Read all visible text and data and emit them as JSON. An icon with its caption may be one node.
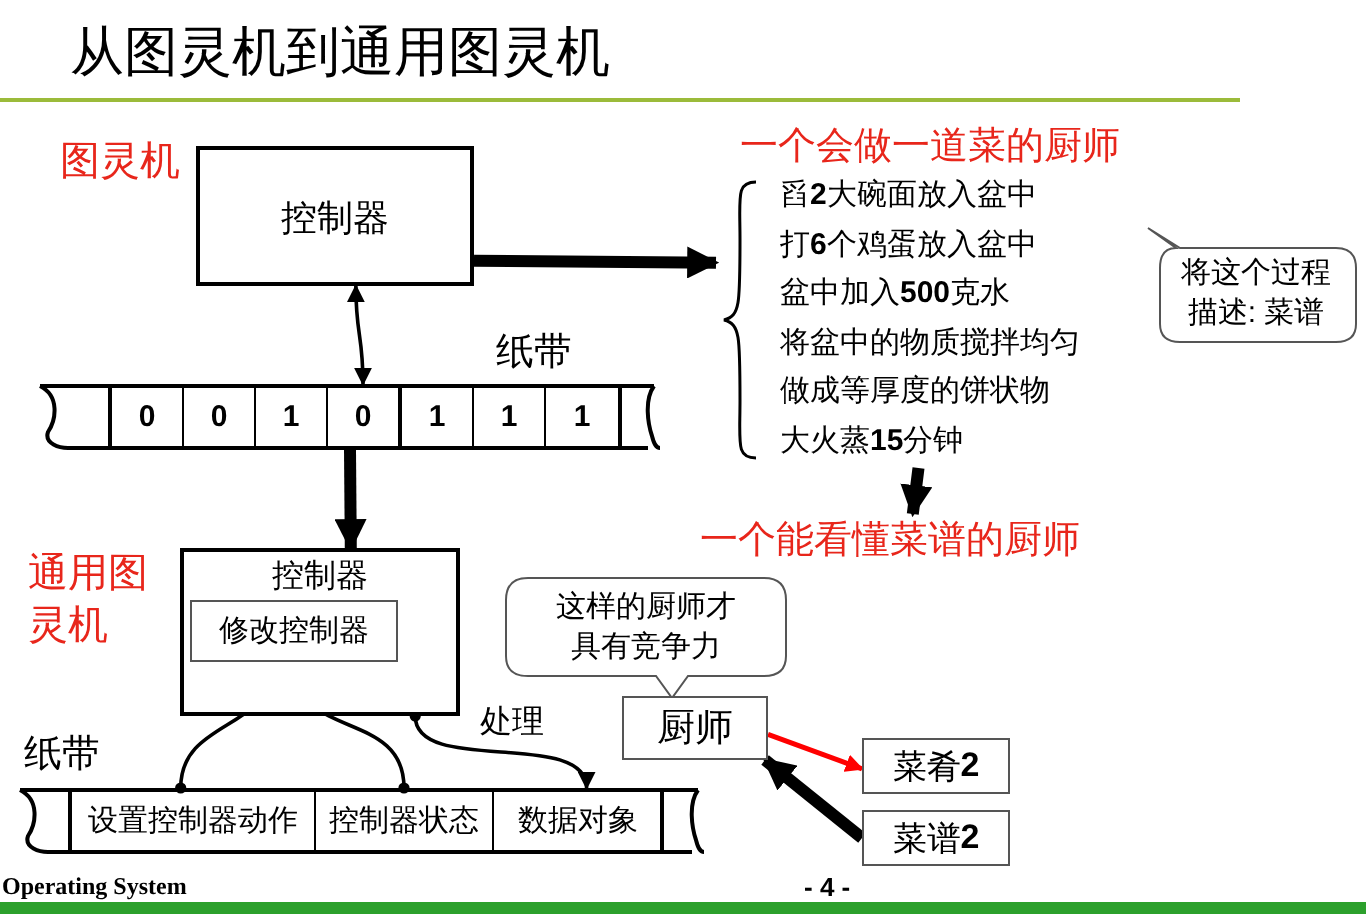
{
  "diagram": {
    "title": "从图灵机到通用图灵机",
    "nodes": [
      {
        "text": [
          "图灵机",
          "控制器"
        ]
      },
      {
        "text": [
          "纸带"
        ]
      },
      {
        "text": [
          "0"
        ],
        "in": 1
      },
      {
        "text": [
          "0"
        ],
        "in": 1
      },
      {
        "text": [
          "1"
        ],
        "in": 1
      },
      {
        "text": [
          "0"
        ],
        "in": 1
      },
      {
        "text": [
          "1"
        ],
        "in": 1
      },
      {
        "text": [
          "1"
        ],
        "in": 1
      },
      {
        "text": [
          "1"
        ],
        "in": 1
      },
      {
        "text": [
          "一个会做一道菜的厨师",
          "舀**2**大碗面放入盆中",
          "打**6**个鸡蛋放入盆中",
          "盆中加入**500**克水",
          "将盆中的物质搅拌均匀",
          "做成等厚度的饼状物",
          "大火蒸**15**分钟"
        ]
      },
      {
        "text": [
          "将这个过程描述: 菜谱"
        ]
      },
      {
        "text": [
          "一个能看懂菜谱的厨师"
        ]
      },
      {
        "text": [
          "通用图灵机",
          "控制器"
        ]
      },
      {
        "text": [
          "修改控制器"
        ],
        "in": 12
      },
      {
        "text": [
          "纸带"
        ]
      },
      {
        "text": [
          "设置控制器动作"
        ],
        "in": 14
      },
      {
        "text": [
          "控制器状态"
        ],
        "in": 14
      },
      {
        "text": [
          "数据对象"
        ],
        "in": 14
      },
      {
        "text": [
          "这样的厨师才具有竞争力"
        ]
      },
      {
        "text": [
          "厨师"
        ]
      },
      {
        "text": [
          "菜肴**2**"
        ]
      },
      {
        "text": [
          "菜谱**2**"
        ]
      }
    ],
    "edges": [
      {
        "from": 0,
        "to": 5,
        "arrow": "both"
      },
      {
        "from": 0,
        "to": 9,
        "arrow": "to",
        "style": "thick"
      },
      {
        "from": 9,
        "to": 11,
        "arrow": "to",
        "style": "thick"
      },
      {
        "from": 1,
        "to": 12,
        "arrow": "to",
        "style": "thick"
      },
      {
        "from": 15,
        "to": 13,
        "arrow": "to"
      },
      {
        "from": 16,
        "to": 13,
        "arrow": "to"
      },
      {
        "from": 12,
        "to": 17,
        "arrow": "to",
        "label": "处理"
      },
      {
        "from": 19,
        "to": 20,
        "arrow": "to",
        "color": "#ff0000"
      },
      {
        "from": 21,
        "to": 19,
        "arrow": "to",
        "style": "thick"
      }
    ],
    "labels": [
      "Operating System",
      "- 4 -"
    ]
  }
}
